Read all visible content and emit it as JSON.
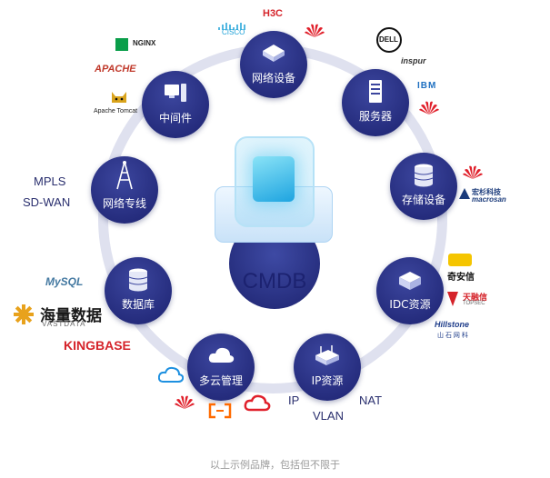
{
  "center_label": "CMDB",
  "nodes": {
    "network": "网络设备",
    "server": "服务器",
    "storage": "存储设备",
    "idc": "IDC资源",
    "ip": "IP资源",
    "cloud": "多云管理",
    "database": "数据库",
    "line": "网络专线",
    "middleware": "中间件"
  },
  "texts": {
    "mpls": "MPLS",
    "sdwan": "SD-WAN",
    "ip": "IP",
    "nat": "NAT",
    "vlan": "VLAN"
  },
  "brands": {
    "h3c": "H3C",
    "cisco": "CISCO",
    "dell": "DELL",
    "inspur": "inspur",
    "ibm": "IBM",
    "macrosan": "宏杉科技",
    "macrosan_en": "macrosan",
    "qianxin": "奇安信",
    "topsec": "天融信",
    "topsec_en": "TOPSEC",
    "hillstone": "Hillstone",
    "hillstone_cn": "山 石 网 科",
    "nginx": "NGINX",
    "apache": "APACHE",
    "tomcat": "Apache Tomcat",
    "mysql": "MySQL",
    "vastdata_cn": "海量数据",
    "vastdata_en": "VASTDATA",
    "kingbase": "KINGBASE"
  },
  "footer": "以上示例品牌，包括但不限于",
  "colors": {
    "node": "#1c2270",
    "ring": "#dfe1ef",
    "huawei": "#e0202b",
    "accent": "#1ea4e0"
  }
}
